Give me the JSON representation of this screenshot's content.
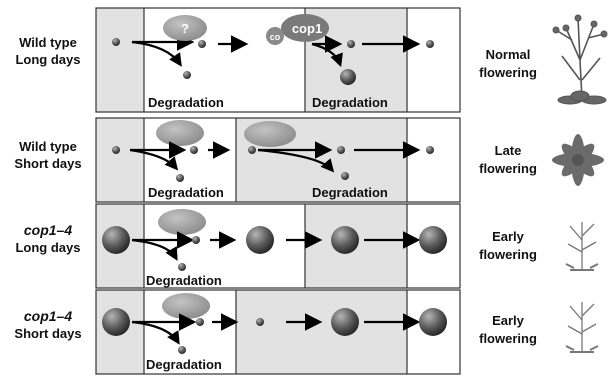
{
  "rows": [
    {
      "label_line1": "Wild type",
      "label_line2": "Long days",
      "italic": false,
      "phenotype_line1": "Normal",
      "phenotype_line2": "flowering"
    },
    {
      "label_line1": "Wild type",
      "label_line2": "Short days",
      "italic": false,
      "phenotype_line1": "Late",
      "phenotype_line2": "flowering"
    },
    {
      "label_line1": "cop1–4",
      "label_line2": "Long days",
      "italic": true,
      "phenotype_line1": "Early",
      "phenotype_line2": "flowering"
    },
    {
      "label_line1": "cop1–4",
      "label_line2": "Short days",
      "italic": true,
      "phenotype_line1": "Early",
      "phenotype_line2": "flowering"
    }
  ],
  "degradation_label": "Degradation",
  "unknown_factor_label": "?",
  "cop1_label": "cop1",
  "co_label": "co",
  "colors": {
    "shaded_cell": "#e2e2e2",
    "white_cell": "#ffffff",
    "grid_line": "#333333",
    "ellipse": "#9a9a9a",
    "protein_small": "#6a6a6a",
    "protein_large": "#4a4a4a"
  }
}
